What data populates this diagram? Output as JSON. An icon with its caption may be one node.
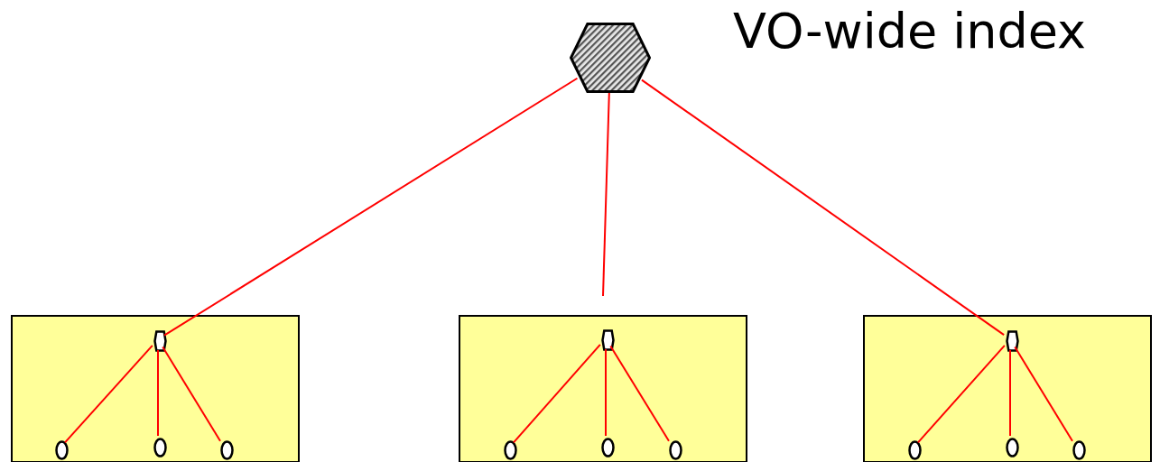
{
  "diagram": {
    "nodes": [
      {
        "text": [],
        "shape": "hexagon",
        "beside": [
          "VO-wide index"
        ]
      },
      {
        "text": [],
        "shape": "box"
      },
      {
        "text": [],
        "shape": "hexagon",
        "in": 1
      },
      {
        "text": [],
        "shape": "ellipse",
        "in": 1
      },
      {
        "text": [],
        "shape": "ellipse",
        "in": 1
      },
      {
        "text": [],
        "shape": "ellipse",
        "in": 1
      },
      {
        "text": [],
        "shape": "box"
      },
      {
        "text": [],
        "shape": "hexagon",
        "in": 6
      },
      {
        "text": [],
        "shape": "ellipse",
        "in": 6
      },
      {
        "text": [],
        "shape": "ellipse",
        "in": 6
      },
      {
        "text": [],
        "shape": "ellipse",
        "in": 6
      },
      {
        "text": [],
        "shape": "box"
      },
      {
        "text": [],
        "shape": "hexagon",
        "in": 11
      },
      {
        "text": [],
        "shape": "ellipse",
        "in": 11
      },
      {
        "text": [],
        "shape": "ellipse",
        "in": 11
      },
      {
        "text": [],
        "shape": "ellipse",
        "in": 11
      }
    ],
    "edges": [
      {
        "from": 0,
        "to": 2,
        "arrow": "none"
      },
      {
        "from": 0,
        "to": null,
        "arrow": "none"
      },
      {
        "from": 0,
        "to": 12,
        "arrow": "none"
      },
      {
        "from": 2,
        "to": 3,
        "arrow": "none"
      },
      {
        "from": 2,
        "to": 4,
        "arrow": "none"
      },
      {
        "from": 2,
        "to": 5,
        "arrow": "none"
      },
      {
        "from": 7,
        "to": 8,
        "arrow": "none"
      },
      {
        "from": 7,
        "to": 9,
        "arrow": "none"
      },
      {
        "from": 7,
        "to": 10,
        "arrow": "none"
      },
      {
        "from": 12,
        "to": 13,
        "arrow": "none"
      },
      {
        "from": 12,
        "to": 14,
        "arrow": "none"
      },
      {
        "from": 12,
        "to": 15,
        "arrow": "none"
      }
    ]
  }
}
